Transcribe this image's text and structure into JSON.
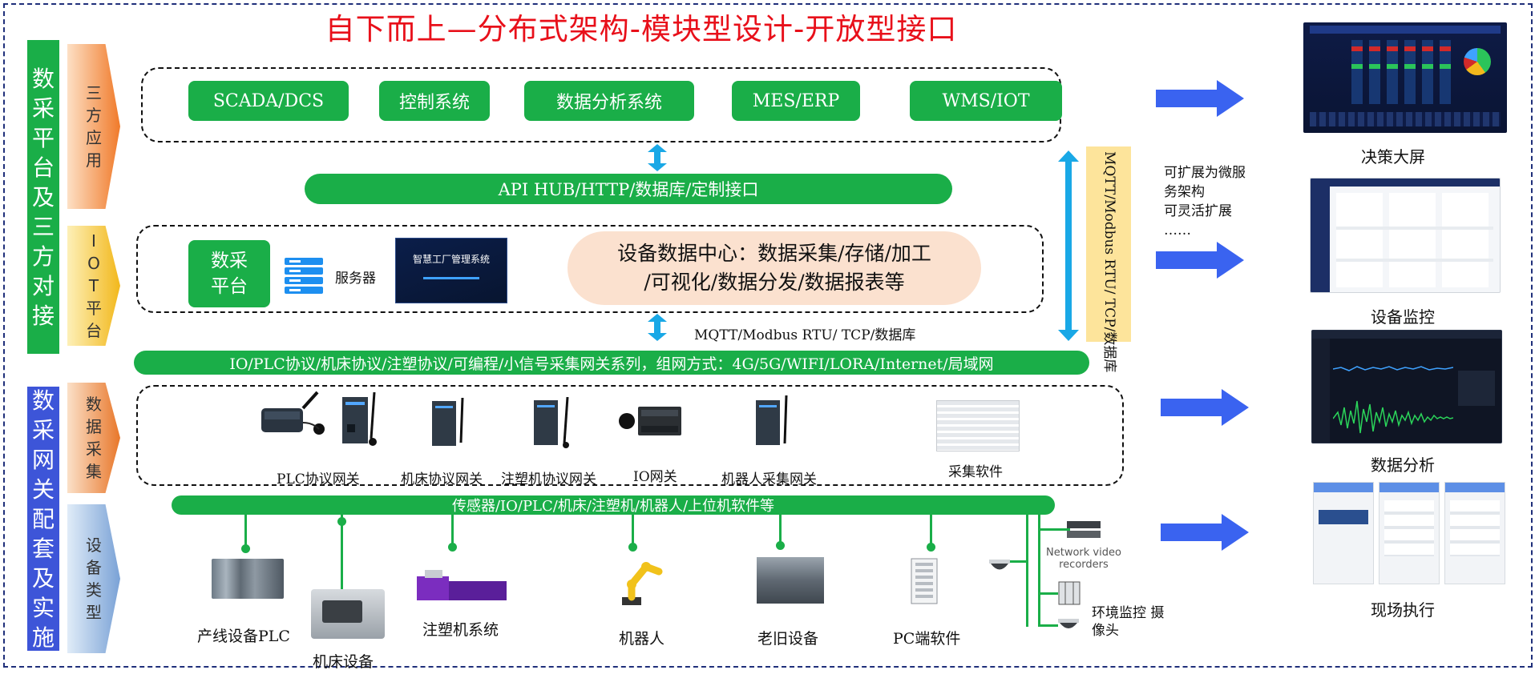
{
  "title": "自下而上—分布式架构-模块型设计-开放型接口",
  "side_left": {
    "top": [
      "数",
      "采",
      "平",
      "台",
      "及",
      "三",
      "方",
      "对",
      "接"
    ],
    "bottom": [
      "数",
      "采",
      "网",
      "关",
      "配",
      "套",
      "及",
      "实",
      "施"
    ]
  },
  "chevrons": {
    "third_party": [
      "三",
      "方",
      "应",
      "用"
    ],
    "iot": [
      "I",
      "O",
      "T",
      "平",
      "台"
    ],
    "data_collection": [
      "数",
      "据",
      "采",
      "集"
    ],
    "device_type": [
      "设",
      "备",
      "类",
      "型"
    ]
  },
  "apps": [
    "SCADA/DCS",
    "控制系统",
    "数据分析系统",
    "MES/ERP",
    "WMS/IOT"
  ],
  "api_bar": "API HUB/HTTP/数据库/定制接口",
  "iot": {
    "platform_btn": [
      "数采",
      "平台"
    ],
    "server_label": "服务器",
    "screen_title": "智慧工厂管理系统",
    "center_text": [
      "设备数据中心：数据采集/存储/加工",
      "/可视化/数据分发/数据报表等"
    ]
  },
  "protocol_label": "MQTT/Modbus RTU/ TCP/数据库",
  "vertical_label": "MQTT/Modbus RTU/ TCP/数据库",
  "gateway_bar": "IO/PLC协议/机床协议/注塑协议/可编程/小信号采集网关系列，组网方式：4G/5G/WIFI/LORA/Internet/局域网",
  "gateways": [
    "PLC协议网关",
    "机床协议网关",
    "注塑机协议网关",
    "IO网关",
    "机器人采集网关",
    "采集软件"
  ],
  "sensor_bar": "传感器/IO/PLC/机床/注塑机/机器人/上位机软件等",
  "devices": [
    "产线设备PLC",
    "机床设备",
    "注塑机系统",
    "机器人",
    "老旧设备",
    "PC端软件"
  ],
  "nvr_label": [
    "Network video",
    "recorders"
  ],
  "camera_label": [
    "环境监控 摄",
    "像头"
  ],
  "microservice_note": [
    "可扩展为微服",
    "务架构",
    "可灵活扩展",
    "……"
  ],
  "right_panels": [
    "决策大屏",
    "设备监控",
    "数据分析",
    "现场执行"
  ],
  "colors": {
    "green": "#1aae48",
    "title_red": "#e8101a",
    "side_green": "#1aae48",
    "side_blue": "#3d55d8",
    "arrow_blue": "#3a63f0",
    "cyan": "#19a8e6",
    "chevron_orange": "#f07a2a",
    "chevron_yellow": "#f2b81c",
    "chevron_blue": "#7aa2d6",
    "center_bubble": "#fbe1cf",
    "vertical_box": "#fde49b"
  }
}
